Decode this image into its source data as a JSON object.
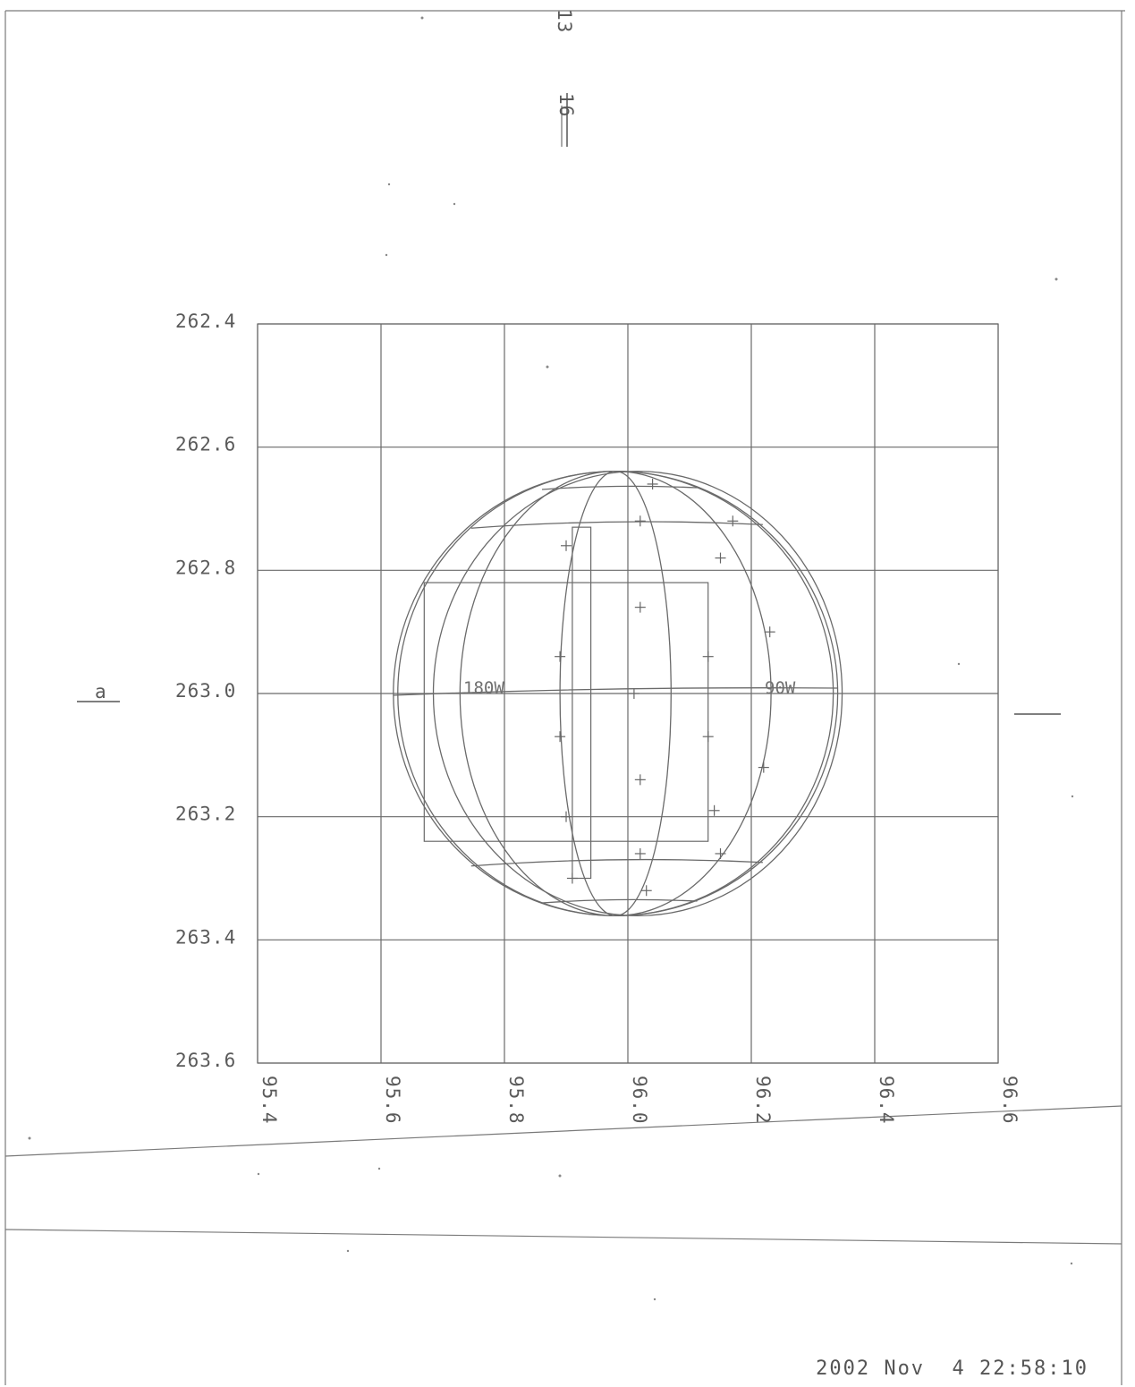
{
  "diagram": {
    "top_marks": [
      "13",
      "16"
    ],
    "left_mark": "a",
    "meridian_labels": [
      "180W",
      "90W"
    ],
    "timestamp": "2002 Nov  4 22:58:10",
    "colors": {
      "line": "#6a6a6a",
      "text": "#5a5a5a",
      "background": "#ffffff"
    }
  },
  "chart_data": {
    "type": "scatter",
    "x_ticks": [
      "95.4",
      "95.6",
      "95.8",
      "96.0",
      "96.2",
      "96.4",
      "96.6"
    ],
    "y_ticks": [
      "262.4",
      "262.6",
      "262.8",
      "263.0",
      "263.2",
      "263.4",
      "263.6"
    ],
    "xlim": [
      95.4,
      96.6
    ],
    "ylim": [
      262.4,
      263.6
    ],
    "y_inverted": true,
    "grid": true,
    "disk": {
      "center_x": 95.98,
      "center_y": 263.0,
      "radius": 0.36
    },
    "footprint_boxes": [
      {
        "x": [
          95.67,
          96.13
        ],
        "y": [
          262.82,
          263.24
        ]
      },
      {
        "x": [
          95.91,
          95.94
        ],
        "y": [
          262.73,
          263.3
        ]
      }
    ],
    "plus_markers": [
      [
        96.04,
        262.66
      ],
      [
        96.02,
        262.72
      ],
      [
        96.17,
        262.72
      ],
      [
        95.9,
        262.76
      ],
      [
        96.15,
        262.78
      ],
      [
        96.02,
        262.86
      ],
      [
        96.23,
        262.9
      ],
      [
        95.89,
        262.94
      ],
      [
        96.13,
        262.94
      ],
      [
        96.01,
        263.0
      ],
      [
        95.89,
        263.07
      ],
      [
        96.13,
        263.07
      ],
      [
        96.02,
        263.14
      ],
      [
        96.22,
        263.12
      ],
      [
        95.9,
        263.2
      ],
      [
        96.14,
        263.19
      ],
      [
        96.02,
        263.26
      ],
      [
        96.15,
        263.26
      ],
      [
        95.91,
        263.3
      ],
      [
        96.03,
        263.32
      ]
    ]
  }
}
